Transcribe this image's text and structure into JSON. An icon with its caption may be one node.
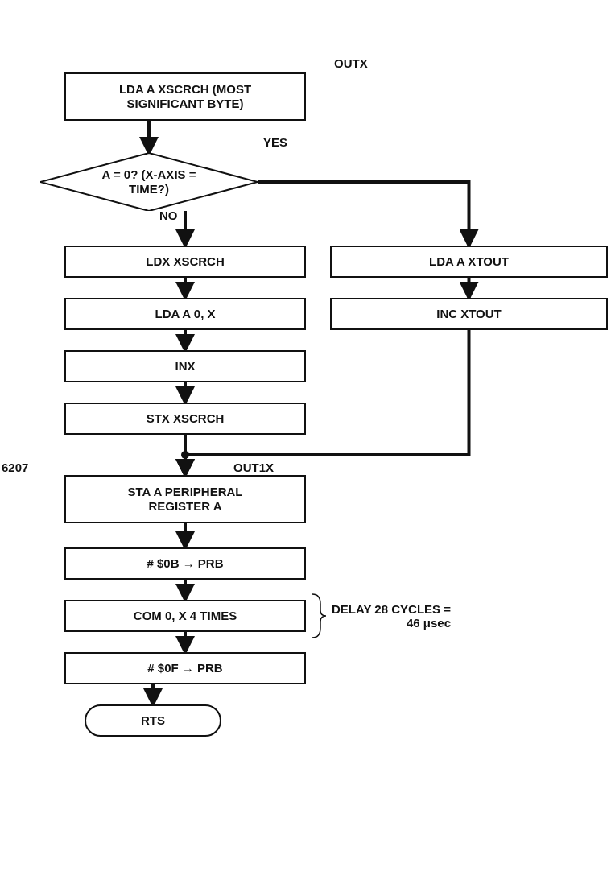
{
  "diagram": {
    "nodes": [
      {
        "text": [
          "LDA A XSCRCH (MOST SIGNIFICANT BYTE)"
        ],
        "beside": [
          "OUTX"
        ]
      },
      {
        "text": [
          "A = 0? (X-AXIS = TIME?)"
        ]
      },
      {
        "text": [
          "LDX XSCRCH"
        ]
      },
      {
        "text": [
          "LDA A XTOUT"
        ]
      },
      {
        "text": [
          "LDA A 0, X"
        ]
      },
      {
        "text": [
          "INC XTOUT"
        ]
      },
      {
        "text": [
          "INX"
        ]
      },
      {
        "text": [
          "STX XSCRCH"
        ]
      },
      {
        "text": [
          "STA A PERIPHERAL REGISTER A"
        ],
        "beside": [
          "6207",
          "OUT1X"
        ]
      },
      {
        "text": [
          "# $0B → PRB"
        ]
      },
      {
        "text": [
          "COM 0, X 4 TIMES"
        ],
        "beside": [
          "DELAY 28 CYCLES = 46 μsec"
        ]
      },
      {
        "text": [
          "# $0F → PRB"
        ]
      },
      {
        "text": [
          "RTS"
        ]
      }
    ],
    "edges": [
      {
        "from": 0,
        "to": 1,
        "arrow": "to"
      },
      {
        "from": 1,
        "to": 2,
        "arrow": "to",
        "label": "NO"
      },
      {
        "from": 1,
        "to": 3,
        "arrow": "to",
        "label": "YES"
      },
      {
        "from": 2,
        "to": 4,
        "arrow": "to"
      },
      {
        "from": 4,
        "to": 6,
        "arrow": "to"
      },
      {
        "from": 6,
        "to": 7,
        "arrow": "to"
      },
      {
        "from": 7,
        "to": 8,
        "arrow": "to"
      },
      {
        "from": 3,
        "to": 5,
        "arrow": "to"
      },
      {
        "from": 5,
        "to": 8,
        "arrow": "to"
      },
      {
        "from": 8,
        "to": 9,
        "arrow": "to"
      },
      {
        "from": 9,
        "to": 10,
        "arrow": "to"
      },
      {
        "from": 10,
        "to": 11,
        "arrow": "to"
      },
      {
        "from": 11,
        "to": 12,
        "arrow": "to"
      }
    ]
  }
}
